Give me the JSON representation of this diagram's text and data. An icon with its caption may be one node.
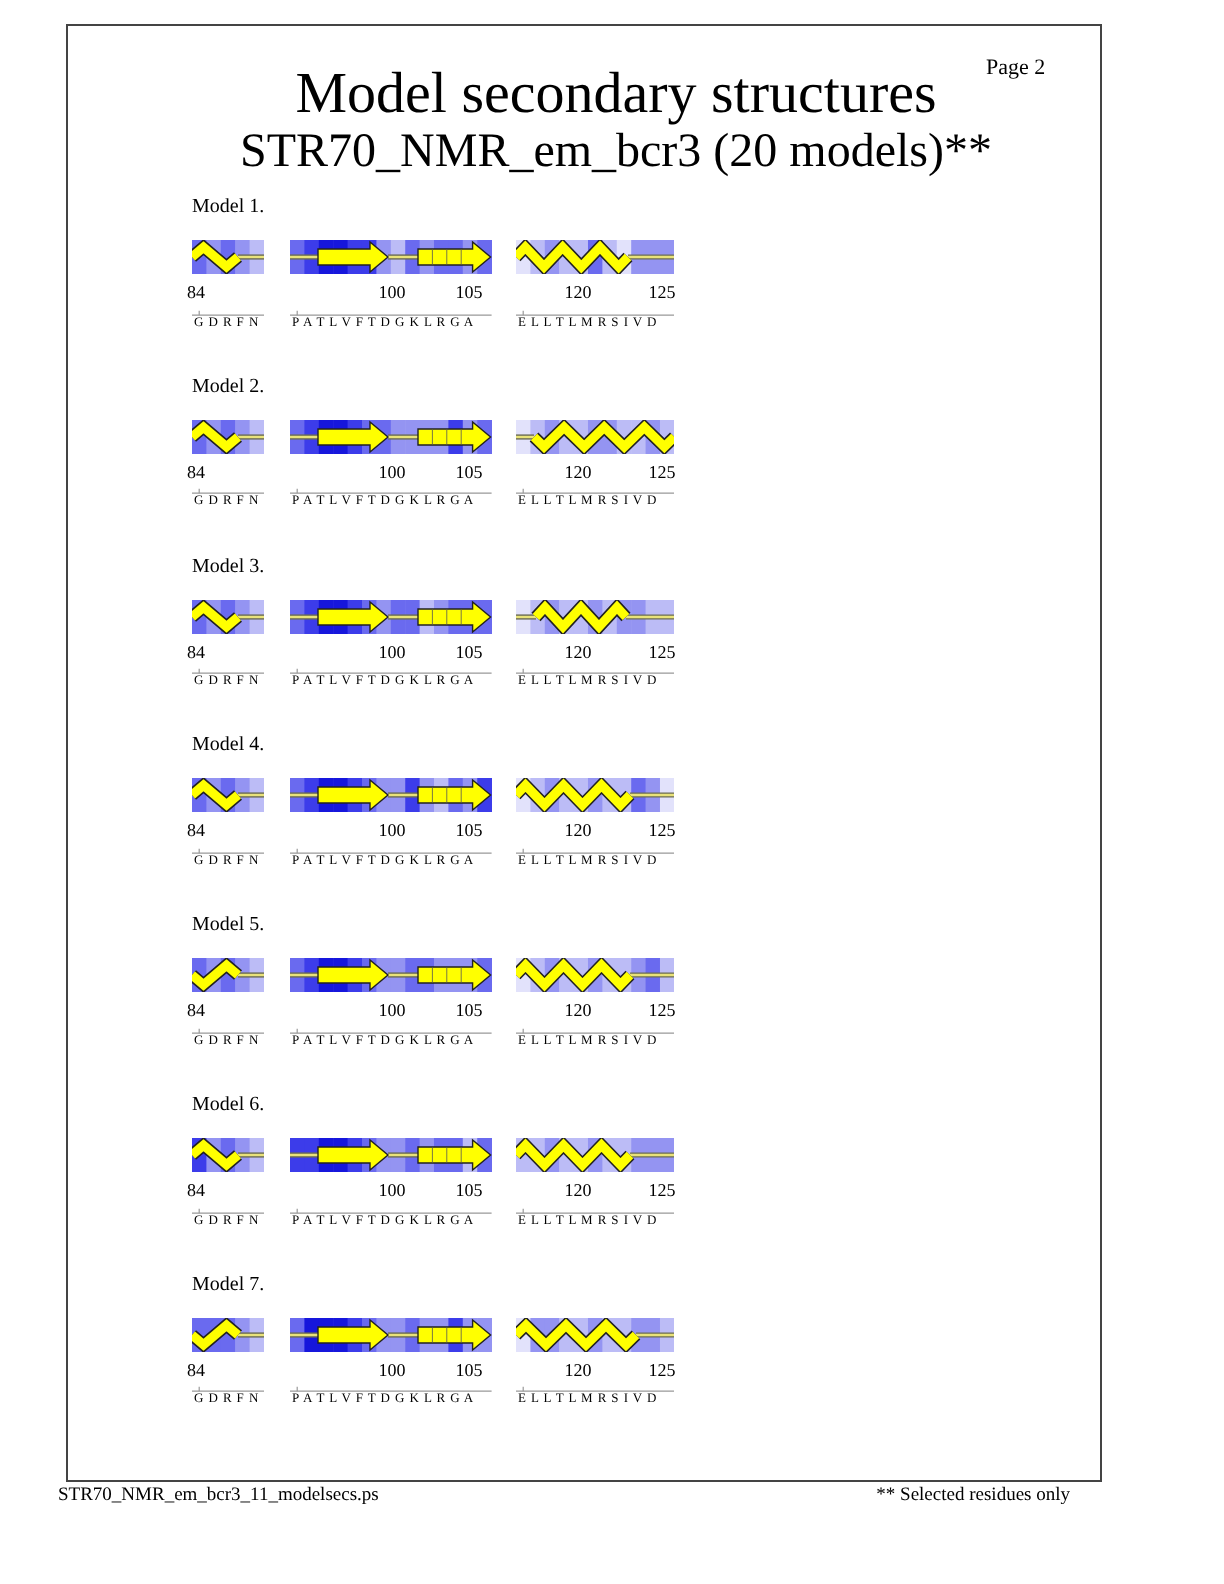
{
  "diagram": {
    "title": "Model secondary structures",
    "labels": [
      "Page 2",
      "STR70_NMR_em_bcr3 (20 models)**",
      "Model 1.",
      "84",
      "100",
      "105",
      "120",
      "125",
      "G D R F N",
      "P A T L V F T D G K L R G A",
      "E L L T L M R S I V D",
      "Model 2.",
      "84",
      "100",
      "105",
      "120",
      "125",
      "G D R F N",
      "P A T L V F T D G K L R G A",
      "E L L T L M R S I V D",
      "Model 3.",
      "84",
      "100",
      "105",
      "120",
      "125",
      "G D R F N",
      "P A T L V F T D G K L R G A",
      "E L L T L M R S I V D",
      "Model 4.",
      "84",
      "100",
      "105",
      "120",
      "125",
      "G D R F N",
      "P A T L V F T D G K L R G A",
      "E L L T L M R S I V D",
      "Model 5.",
      "84",
      "100",
      "105",
      "120",
      "125",
      "G D R F N",
      "P A T L V F T D G K L R G A",
      "E L L T L M R S I V D",
      "Model 6.",
      "84",
      "100",
      "105",
      "120",
      "125",
      "G D R F N",
      "P A T L V F T D G K L R G A",
      "E L L T L M R S I V D",
      "Model 7.",
      "84",
      "100",
      "105",
      "120",
      "125",
      "G D R F N",
      "P A T L V F T D G K L R G A",
      "E L L T L M R S I V D",
      "STR70_NMR_em_bcr3_11_modelsecs.ps",
      "** Selected residues only"
    ]
  }
}
